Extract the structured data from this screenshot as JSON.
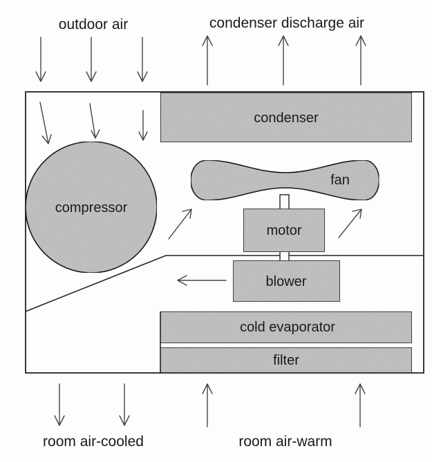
{
  "labels": {
    "outdoor_air": "outdoor air",
    "condenser_discharge_air": "condenser discharge air",
    "room_air_cooled": "room air-cooled",
    "room_air_warm": "room air-warm"
  },
  "components": {
    "condenser": "condenser",
    "compressor": "compressor",
    "fan": "fan",
    "motor": "motor",
    "blower": "blower",
    "cold_evaporator": "cold evaporator",
    "filter": "filter"
  },
  "colors": {
    "component_fill": "#cfcfcf",
    "outline": "#222222",
    "arrow": "#444444"
  }
}
